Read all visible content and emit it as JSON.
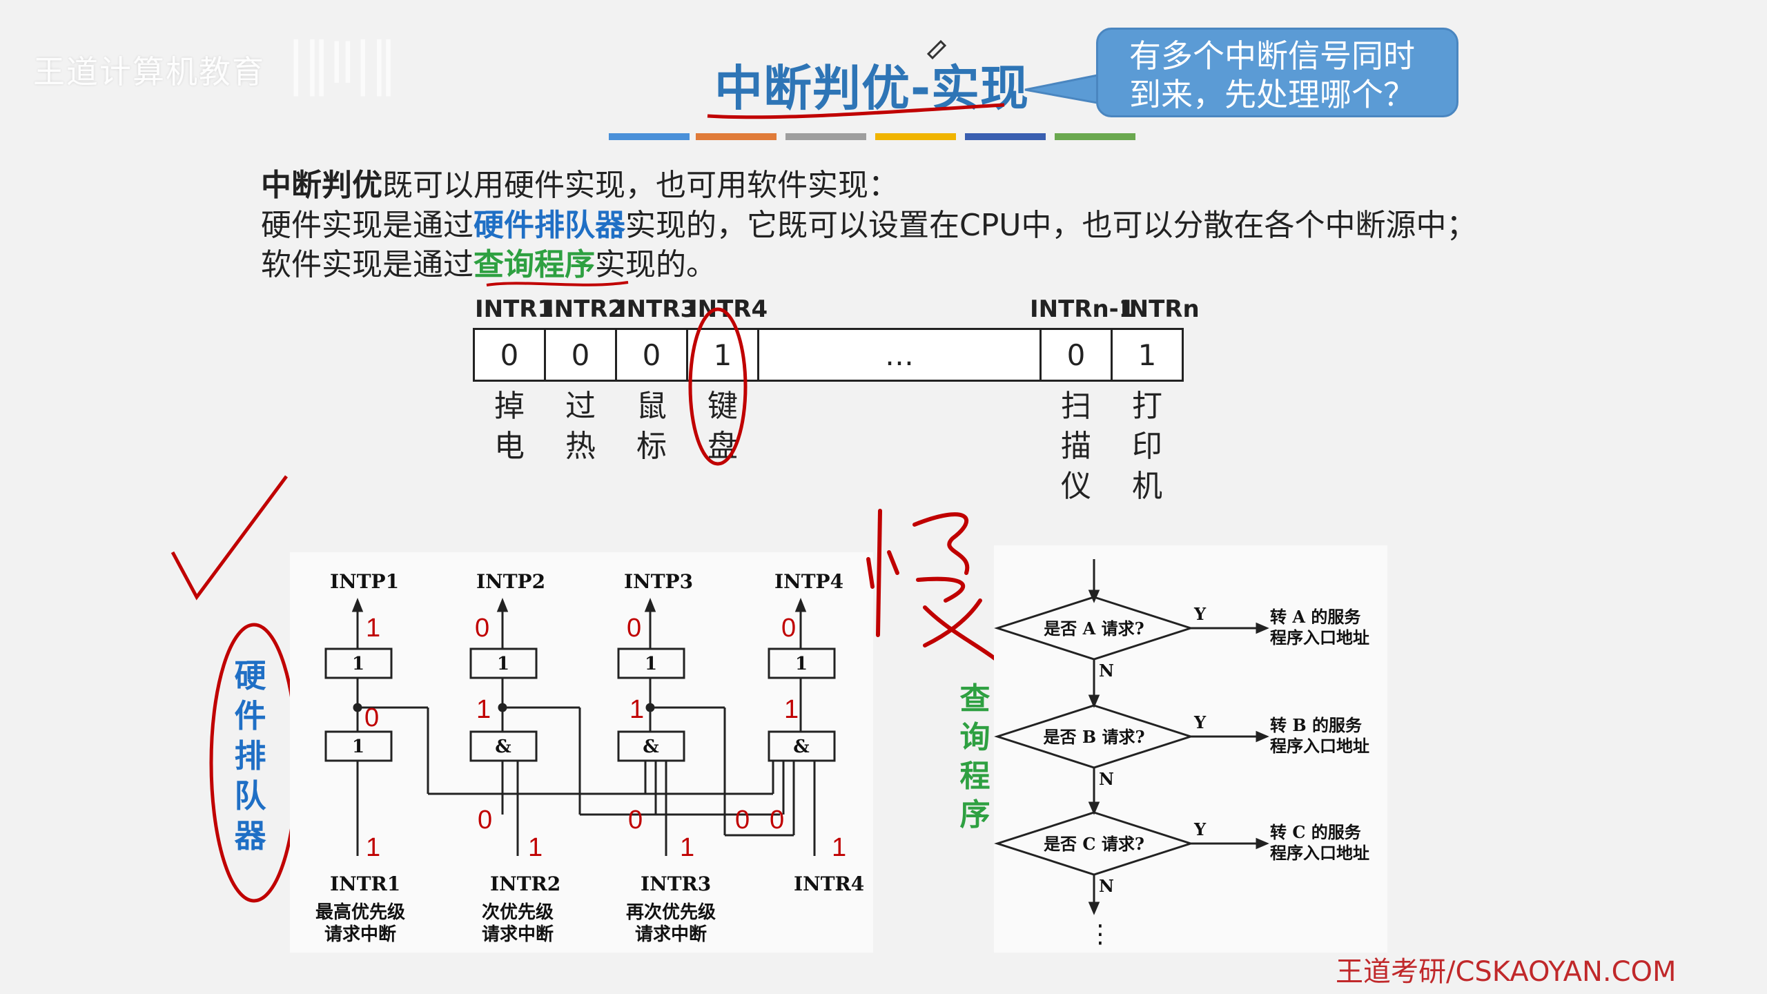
{
  "watermark": "王道计算机教育",
  "title": "中断判优-实现",
  "callout": {
    "line1": "有多个中断信号同时",
    "line2": "到来，先处理哪个？"
  },
  "accent_colors": [
    "#4a90d9",
    "#e07b39",
    "#9e9e9e",
    "#f0b400",
    "#3a5fb0",
    "#6aa84f"
  ],
  "paragraph": {
    "line1_bold": "中断判优",
    "line1_rest": "既可以用硬件实现，也可用软件实现：",
    "line2_pre": "硬件实现是通过",
    "line2_hl": "硬件排队器",
    "line2_post": "实现的，它既可以设置在CPU中，也可以分散在各个中断源中；",
    "line3_pre": "软件实现是通过",
    "line3_hl": "查询程序",
    "line3_post": "实现的。"
  },
  "register": {
    "labels": [
      "INTR1",
      "INTR2",
      "INTR3",
      "INTR4",
      "INTRn-1",
      "INTRn"
    ],
    "values": [
      "0",
      "0",
      "0",
      "1",
      "…",
      "0",
      "1"
    ],
    "devices": [
      [
        "掉",
        "电"
      ],
      [
        "过",
        "热"
      ],
      [
        "鼠",
        "标"
      ],
      [
        "键",
        "盘"
      ],
      [
        "扫",
        "描",
        "仪"
      ],
      [
        "打",
        "印",
        "机"
      ]
    ]
  },
  "annotations": {
    "queue": [
      "硬",
      "件",
      "排",
      "队",
      "器"
    ],
    "query": [
      "查",
      "询",
      "程",
      "序"
    ]
  },
  "circuit": {
    "outputs": [
      "INTP1",
      "INTP2",
      "INTP3",
      "INTP4"
    ],
    "inputs": [
      "INTR1",
      "INTR2",
      "INTR3",
      "INTR4"
    ],
    "captions": [
      [
        "最高优先级",
        "请求中断"
      ],
      [
        "次优先级",
        "请求中断"
      ],
      [
        "再次优先级",
        "请求中断"
      ]
    ],
    "gate_labels": [
      "1",
      "1",
      "1",
      "1",
      "1",
      "&",
      "&",
      "&"
    ],
    "red_marks": [
      "1",
      "0",
      "0",
      "0",
      "0",
      "1",
      "1",
      "1",
      "0",
      "1",
      "0",
      "1",
      "0",
      "1",
      "0",
      "1"
    ]
  },
  "flowchart": {
    "steps": [
      {
        "q": "是否 A 请求?",
        "y": "Y",
        "n": "N",
        "a1": "转 A 的服务",
        "a2": "程序入口地址"
      },
      {
        "q": "是否 B 请求?",
        "y": "Y",
        "n": "N",
        "a1": "转 B 的服务",
        "a2": "程序入口地址"
      },
      {
        "q": "是否 C 请求?",
        "y": "Y",
        "n": "N",
        "a1": "转 C 的服务",
        "a2": "程序入口地址"
      }
    ],
    "ellipsis": "⋮"
  },
  "footer": "王道考研/CSKAOYAN.COM"
}
